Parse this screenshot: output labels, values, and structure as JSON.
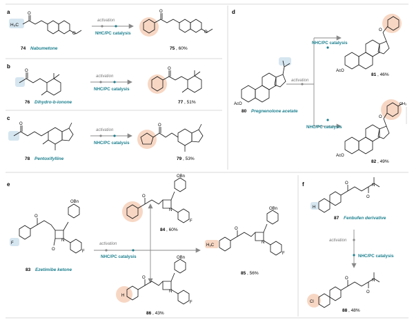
{
  "colors": {
    "accent_teal": "#1b7f8e",
    "highlight_peach": "#f7d7c4",
    "highlight_blue": "#d6e6f0",
    "divider": "#d9d9d9",
    "arrow": "#888888"
  },
  "panels": {
    "a": {
      "letter": "a",
      "above_arrow": "activation",
      "below_arrow": "NHC/PC catalysis",
      "reactant_group": "H₃C",
      "reactant_number": "74",
      "reactant_name": "Nabumetone",
      "product_number": "75",
      "product_yield": ", 60%"
    },
    "b": {
      "letter": "b",
      "above_arrow": "activation",
      "below_arrow": "NHC/PC catalysis",
      "reactant_number": "76",
      "reactant_name": "Dihydro-b-ionone",
      "product_number": "77",
      "product_yield": ", 51%"
    },
    "c": {
      "letter": "c",
      "above_arrow": "activation",
      "below_arrow": "NHC/PC catalysis",
      "reactant_number": "78",
      "reactant_name": "Pentoxifylline",
      "product_number": "79",
      "product_yield": ", 53%"
    },
    "d": {
      "letter": "d",
      "above_arrow": "activation",
      "upper_branch_label": "NHC/PC catalysis",
      "lower_branch_label": "NHC/PC catalysis",
      "reactant_number": "80",
      "reactant_name": "Pregnenolone acetate",
      "reactant_group": "AcO",
      "product_upper_number": "81",
      "product_upper_yield": ", 46%",
      "product_lower_number": "82",
      "product_lower_yield": ", 49%",
      "methyl_label": "CH₃"
    },
    "e": {
      "letter": "e",
      "above_arrow": "activation",
      "below_arrow": "NHC/PC catalysis",
      "reactant_number": "83",
      "reactant_name": "Ezetimibe ketone",
      "substituent_obn": "OBn",
      "atom_f": "F",
      "atom_n": "N",
      "atom_h": "H",
      "methyl_label": "H₃C",
      "product_top_number": "84",
      "product_top_yield": ", 60%",
      "product_bottom_number": "86",
      "product_bottom_yield": ", 43%",
      "product_right_number": "85",
      "product_right_yield": ", 56%"
    },
    "f": {
      "letter": "f",
      "above_arrow": "activation",
      "below_arrow": "NHC/PC catalysis",
      "reactant_number": "87",
      "reactant_name": "Fenbufen derivative",
      "atom_h": "H",
      "atom_cl": "Cl",
      "product_number": "88",
      "product_yield": ", 48%"
    }
  }
}
